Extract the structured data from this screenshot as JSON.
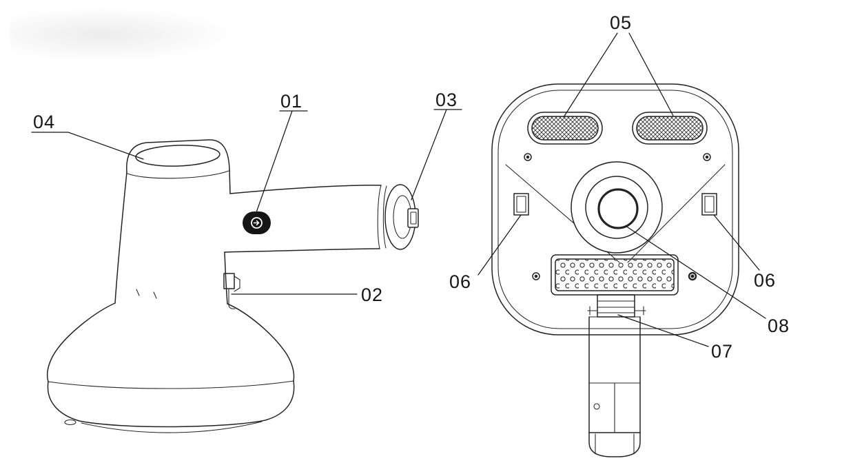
{
  "colors": {
    "background": "#ffffff",
    "line": "#232323",
    "label": "#161616",
    "button-fill": "#151515"
  },
  "figure": {
    "callouts": {
      "c01": "01",
      "c02": "02",
      "c03": "03",
      "c04": "04",
      "c05": "05",
      "c06_left": "06",
      "c06_right": "06",
      "c07": "07",
      "c08": "08"
    }
  }
}
